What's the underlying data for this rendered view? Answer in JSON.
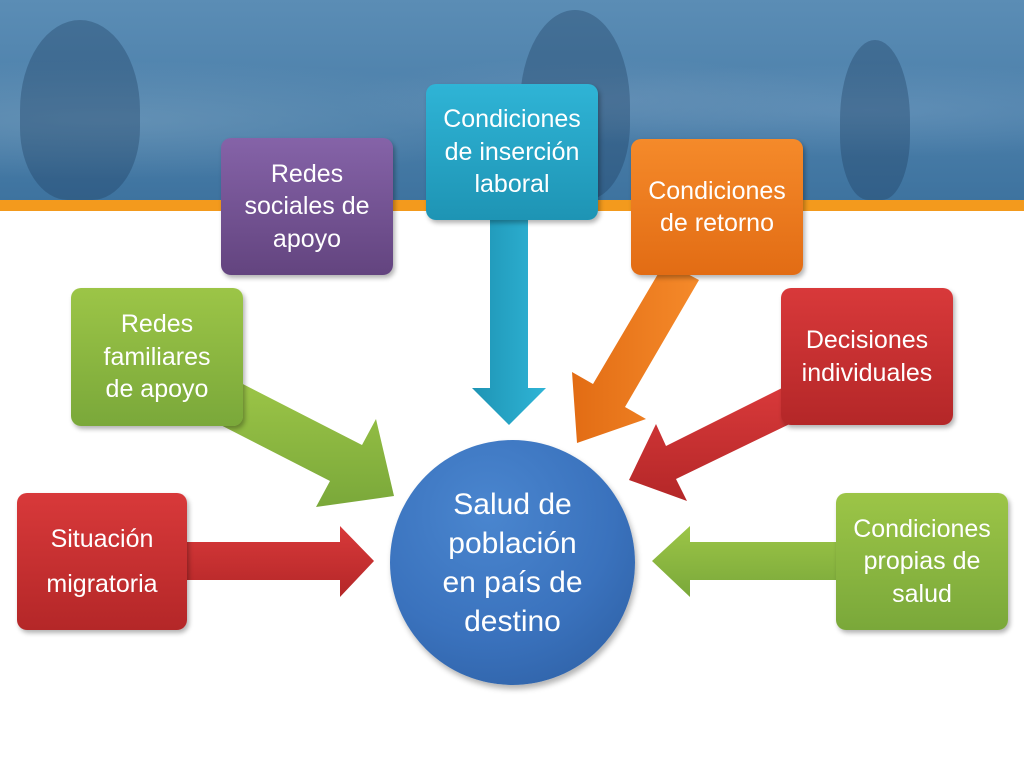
{
  "center": {
    "label": "Salud de\npoblación\nen país de\ndestino",
    "color": "#3a72bd"
  },
  "factors": {
    "situacion_migratoria": {
      "label": "Situación\nmigratoria",
      "color": "#c8302f"
    },
    "redes_familiares": {
      "label": "Redes\nfamiliares\nde apoyo",
      "color": "#8bb840"
    },
    "redes_sociales": {
      "label": "Redes\nsociales de\napoyo",
      "color": "#744f95"
    },
    "condiciones_insercion": {
      "label": "Condiciones\nde inserción\nlaboral",
      "color": "#27a5c6"
    },
    "condiciones_retorno": {
      "label": "Condiciones\nde retorno",
      "color": "#ec7a1e"
    },
    "decisiones_individuales": {
      "label": "Decisiones\nindividuales",
      "color": "#c8302f"
    },
    "condiciones_salud": {
      "label": "Condiciones\npropias de\nsalud",
      "color": "#8bb840"
    }
  },
  "theme": {
    "header_band": "#4a7ea9",
    "accent_stripe": "#f39a1d"
  }
}
